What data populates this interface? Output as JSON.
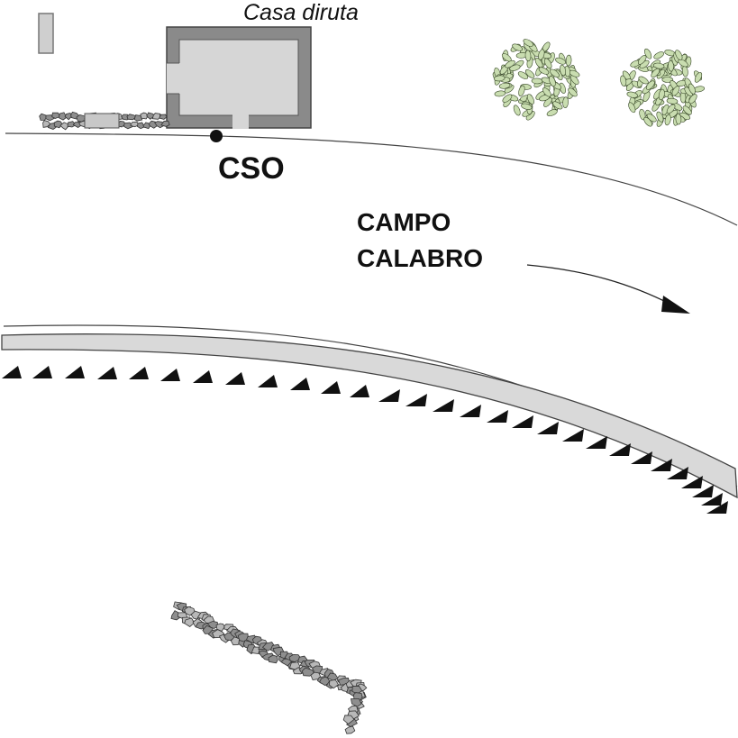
{
  "labels": {
    "building": "Casa diruta",
    "station": "CSO",
    "area_line1": "CAMPO",
    "area_line2": "CALABRO"
  },
  "colors": {
    "wall": "#888888",
    "floor": "#d4d4d4",
    "road_fill": "#d9d9d9",
    "road_stroke": "#444444",
    "rubble": "#9a9a9a",
    "tree_leaf": "#c9ddb0",
    "tree_outline": "#3a4a2a",
    "marker": "#111111"
  },
  "icons": [
    "building-icon",
    "rubble-wall-icon",
    "tree-icon",
    "station-point-icon",
    "direction-arrow-icon",
    "scarp-teeth-icon"
  ]
}
